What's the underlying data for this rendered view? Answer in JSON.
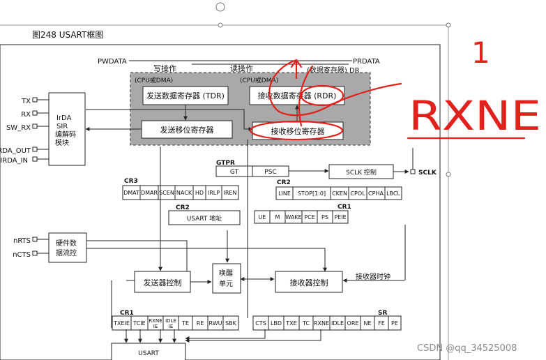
{
  "figure_title": "图248    USART框图",
  "bus": {
    "pwdata": "PWDATA",
    "prdata": "PRDATA",
    "write_op": "写操作",
    "read_op": "读操作",
    "dr": "(数据寄存器) DR"
  },
  "cpu_dma_left": "(CPU或DMA)",
  "cpu_dma_right": "(CPU或DMA)",
  "registers": {
    "tdr": "发送数据寄存器 (TDR)",
    "rdr": "接收数据寄存器 (RDR)",
    "tx_shift": "发送移位寄存器",
    "rx_shift": "接收移位寄存器"
  },
  "pins": {
    "tx": "TX",
    "rx": "RX",
    "sw_rx": "SW_RX",
    "irda_out": "IRDA_OUT",
    "irda_in": "IRDA_IN",
    "nrts": "nRTS",
    "ncts": "nCTS",
    "sclk": "SCLK"
  },
  "irda": {
    "l1": "IrDA",
    "l2": "SIR",
    "l3": "编解码",
    "l4": "模块"
  },
  "gtpr": {
    "label": "GTPR",
    "gt": "GT",
    "psc": "PSC"
  },
  "sclk_ctrl": "SCLK 控制",
  "cr3": {
    "label": "CR3",
    "bits": [
      "DMAT",
      "DMAR",
      "SCEN",
      "NACK",
      "HD",
      "IRLP",
      "IREN"
    ]
  },
  "cr2_top": {
    "label": "CR2",
    "bits": [
      "LINE",
      "STOP[1:0]",
      "CKEN",
      "CPOL",
      "CPHA",
      "LBCL"
    ]
  },
  "cr2_addr": {
    "label": "CR2",
    "text": "USART 地址"
  },
  "cr1_top": {
    "label": "CR1",
    "bits": [
      "UE",
      "M",
      "WAKE",
      "PCE",
      "PS",
      "PEIE"
    ]
  },
  "flow": {
    "l1": "硬件数",
    "l2": "据流控"
  },
  "tx_ctrl": "发送器控制",
  "wake": {
    "l1": "唤醒",
    "l2": "单元"
  },
  "rx_ctrl": "接收器控制",
  "rx_clock": "接收器时钟",
  "cr1_bottom": {
    "label": "CR1",
    "bits": [
      "TXEIE",
      "TCIE",
      "RXNE IE",
      "IDLE IE",
      "TE",
      "RE",
      "RWU",
      "SBK"
    ]
  },
  "sr": {
    "label": "SR",
    "bits": [
      "CTS",
      "LBD",
      "TXE",
      "TC",
      "RXNE",
      "IDLE",
      "ORE",
      "NE",
      "FE",
      "PE"
    ]
  },
  "usart_box": "USART",
  "handwriting": {
    "digit": "1",
    "text": "RXNE"
  },
  "watermark": "CSDN @qq_34525008"
}
